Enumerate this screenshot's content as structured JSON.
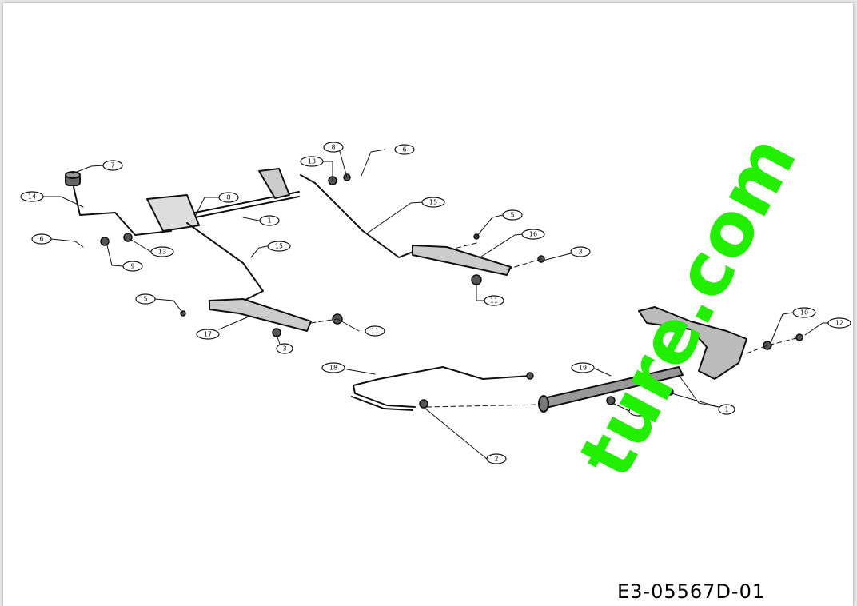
{
  "drawing_code": "E3-05567D-01",
  "watermark_text": "ture.com",
  "colors": {
    "line": "#111111",
    "watermark": "#22ee00",
    "background": "#ffffff"
  },
  "callouts": {
    "c1": "1",
    "c2": "2",
    "c3a": "3",
    "c3b": "3",
    "c4": "4",
    "c5a": "5",
    "c5b": "5",
    "c6a": "6",
    "c6b": "6",
    "c7": "7",
    "c8a": "8",
    "c8b": "8",
    "c9": "9",
    "c10": "10",
    "c11a": "11",
    "c11b": "11",
    "c12": "12",
    "c13a": "13",
    "c13b": "13",
    "c14": "14",
    "c15a": "15",
    "c15b": "15",
    "c16": "16",
    "c17": "17",
    "c18": "18",
    "c19": "19",
    "c1b": "1"
  }
}
